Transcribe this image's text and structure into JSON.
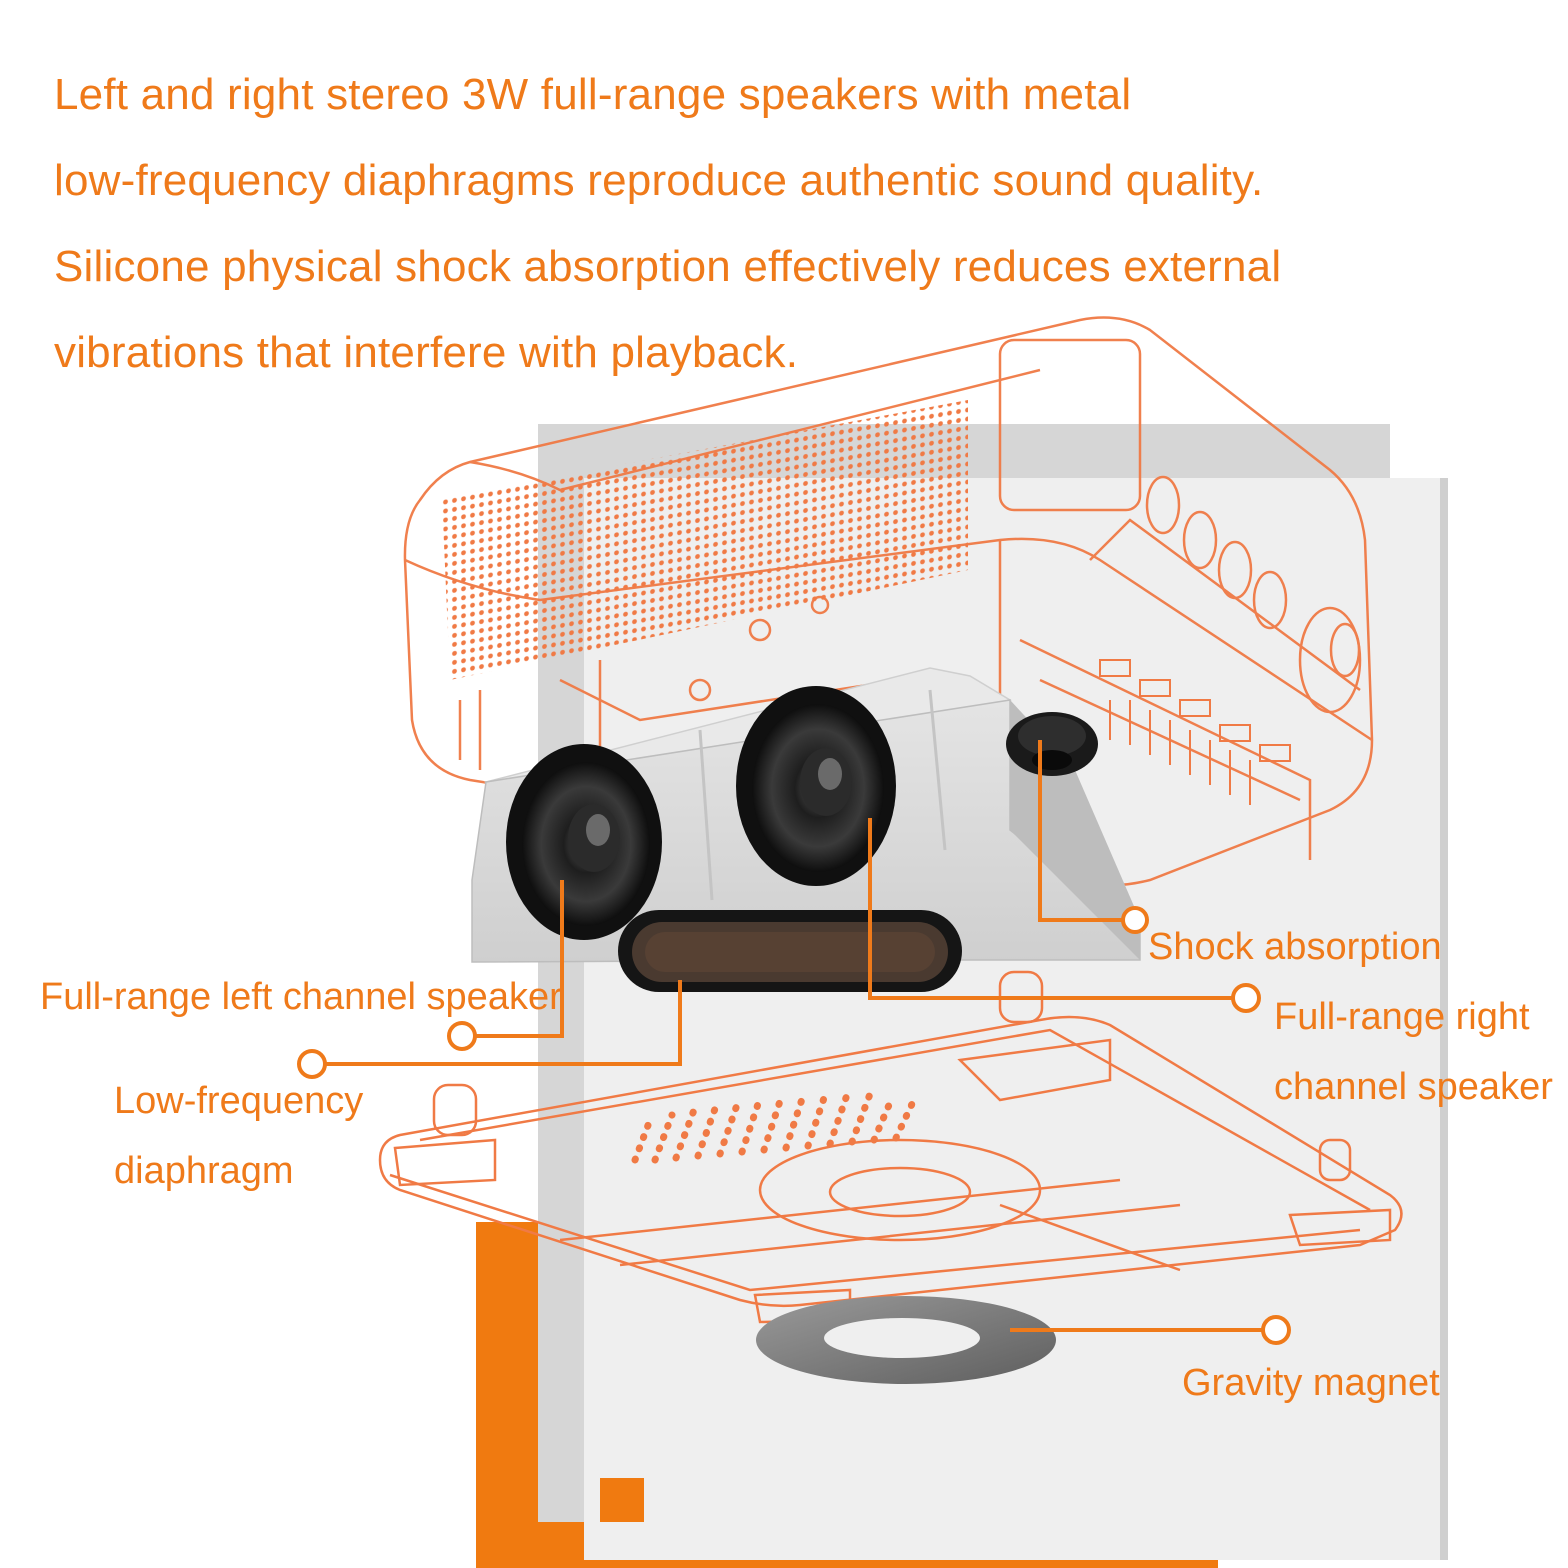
{
  "headline": {
    "line1": "Left and right stereo 3W full-range speakers with metal",
    "line2": "low-frequency diaphragms reproduce authentic sound quality.",
    "line3": "Silicone physical shock absorption effectively reduces external",
    "line4": "vibrations that interfere with playback."
  },
  "callouts": {
    "shock_absorption": "Shock absorption",
    "right_speaker_line1": "Full-range right",
    "right_speaker_line2": "channel speaker",
    "left_speaker": "Full-range left channel speaker",
    "diaphragm_line1": "Low-frequency",
    "diaphragm_line2": "diaphragm",
    "gravity_magnet": "Gravity magnet"
  },
  "colors": {
    "accent": "#ef7a1a",
    "wireframe": "#f07a45",
    "panel_gray": "#d6d6d6",
    "panel_light": "#efefef"
  }
}
